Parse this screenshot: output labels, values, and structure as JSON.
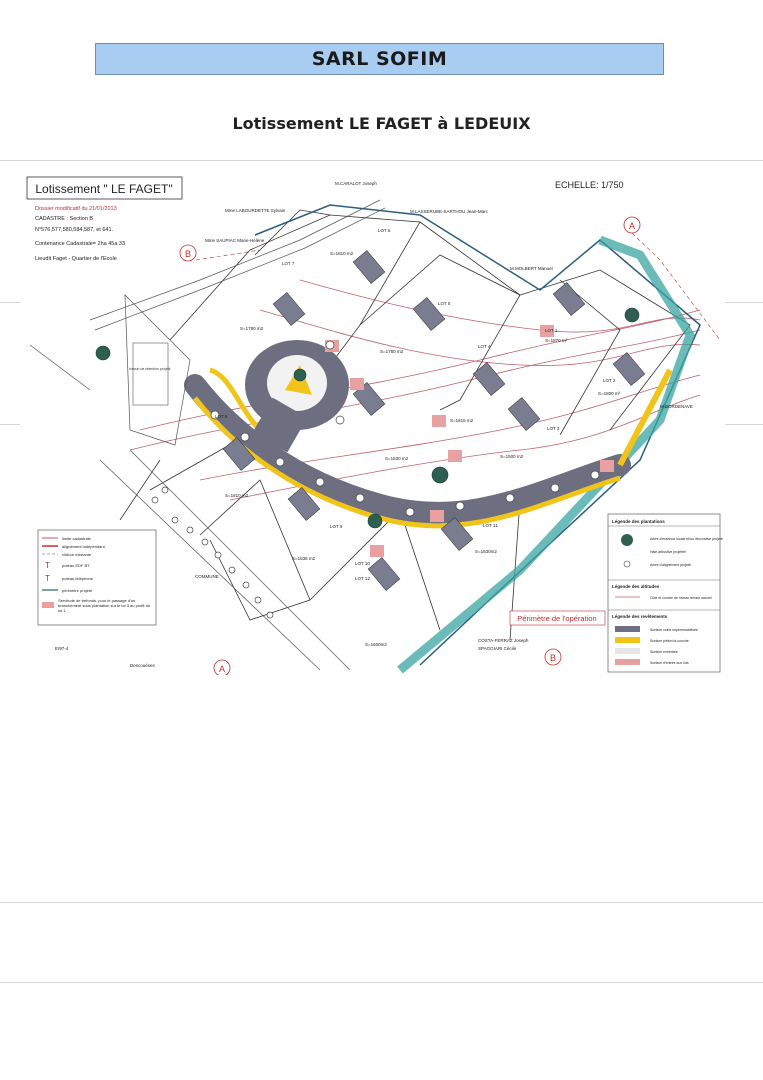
{
  "header": {
    "company": "SARL SOFIM",
    "title": "Lotissement LE FAGET à LEDEUIX"
  },
  "plan": {
    "box_title": "Lotissement \" LE FAGET\"",
    "dossier": "Dossier modificatif du 21/01/2013",
    "cadastre": "CADASTRE : Section B",
    "parcels": "N°576,577,580,584,587, et 641.",
    "contenance": "Contenance Cadastrale= 2ha 45a 33",
    "lieudit": "Lieudit Faget - Quartier de l'Ecole",
    "scale": "ECHELLE: 1/750",
    "section_a": "A",
    "section_b": "B",
    "perimeter_label": "Périmètre de l'opération",
    "neighbors": {
      "n1": "M.CARALOT Joseph",
      "n2": "Mme LABOURDETTE Sylvain",
      "n3": "M.LASSERUBE-SARTHOU Jean-Marc",
      "n4": "Mme SAUPIAC Marie-Hélène",
      "n5": "M.MOLBERT Manuel",
      "n6": "M.BORDENAVE",
      "n7": "COSTA-FERRAZ Joseph",
      "n8": "SPAGGIARI Cécile",
      "n9": "COMMUNE"
    },
    "lots": [
      {
        "label": "LOT 7",
        "area": "S=1780 m2"
      },
      {
        "label": "LOT 6",
        "area": "S=1810 m2"
      },
      {
        "label": "LOT 5",
        "area": "S=1780 m2"
      },
      {
        "label": "LOT 4",
        "area": "S=1815 m2"
      },
      {
        "label": "LOT 1",
        "area": "S=1870 m²"
      },
      {
        "label": "LOT 2",
        "area": "S=1800 m²"
      },
      {
        "label": "LOT 3",
        "area": "S=1500 m2"
      },
      {
        "label": "LOT 8",
        "area": "S=1810 m2"
      },
      {
        "label": "LOT 9",
        "area": "S=1530 m2"
      },
      {
        "label": "LOT 10",
        "area": "S=1536 m2"
      },
      {
        "label": "LOT 11",
        "area": "S=1630m2"
      },
      {
        "label": "LOT 12",
        "area": "S=1600m2"
      }
    ],
    "legend_left": [
      "limite cadastrale",
      "alignement indépendant",
      "clôture existante",
      "poteau EDF BT",
      "poteau téléphone",
      "périmètre projeté",
      "Servitude de tréfonds, pour le passage d'un branchement sous plantation sur le lot 3 au profit du lot 1"
    ],
    "legend_plantations": {
      "title": "Légende des plantations",
      "items": [
        "Arbre d'essence locale et/ou décorative projeté",
        "Haie arbustive projetée",
        "Arbre d'alignement projeté"
      ]
    },
    "legend_altitudes": {
      "title": "Légende des altitudes",
      "items": [
        "Côte et courbe de niveau terrain naturel"
      ]
    },
    "legend_revetements": {
      "title": "Légende des revêtements",
      "items": [
        "Surface voirie imperméabilisée",
        "Surface piéton bi-couche",
        "Surface enherbée",
        "Surface d'entrée aux lots"
      ]
    },
    "misc": {
      "basin": "bassin de rétention projeté",
      "road_label": "Descouéses",
      "ref": "E/97-4"
    }
  },
  "colors": {
    "banner": "#a9cdf0",
    "road": "#6d6f80",
    "pedestrian": "#f0c419",
    "teal_road": "#3aa5a0",
    "contour": "#c0606a",
    "entry": "#e8a0a0"
  }
}
